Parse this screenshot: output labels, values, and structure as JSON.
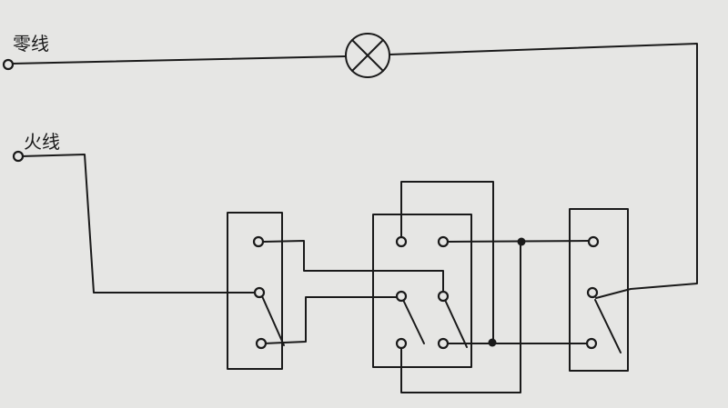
{
  "labels": {
    "neutral": "零线",
    "live": "火线"
  },
  "colors": {
    "background": "#e6e6e4",
    "ink": "#1a1a1a"
  },
  "components": [
    "lamp",
    "two-way-switch",
    "intermediate-switch",
    "two-way-switch"
  ]
}
